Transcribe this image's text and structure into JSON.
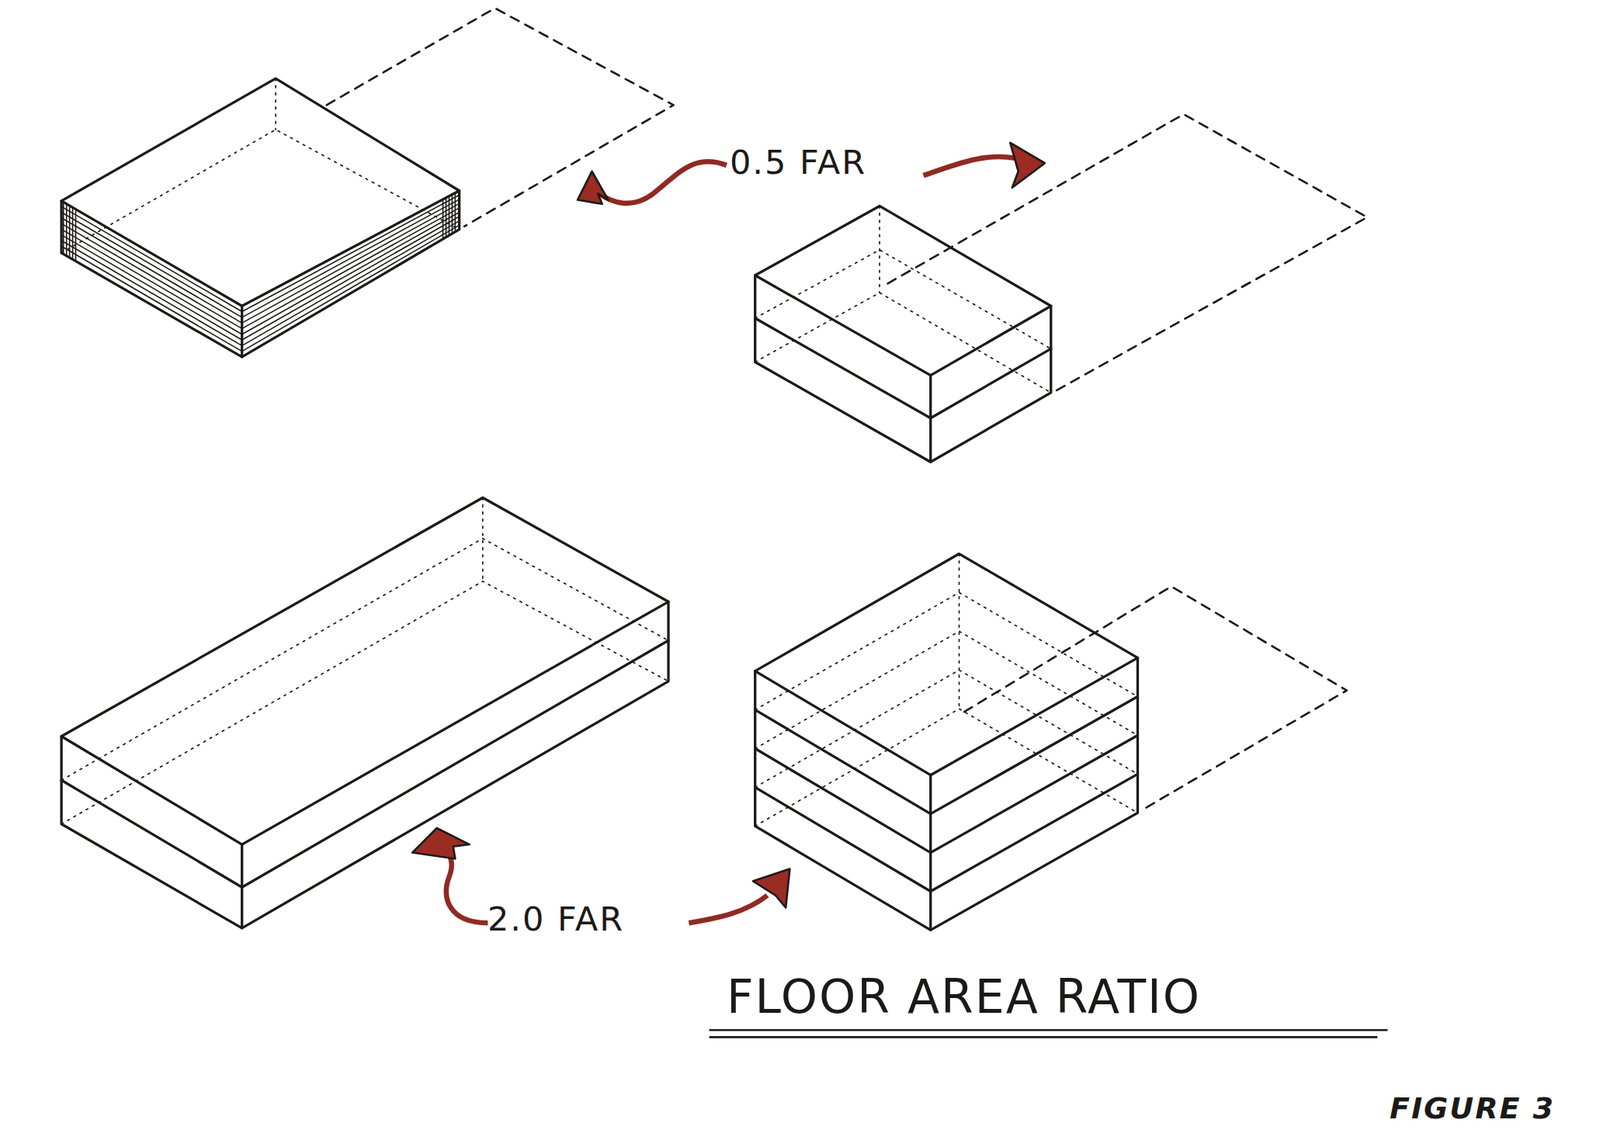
{
  "diagram": {
    "title": "FLOOR AREA RATIO",
    "caption": "FIGURE 3",
    "labels": [
      "0.5 FAR",
      "2.0 FAR"
    ]
  }
}
